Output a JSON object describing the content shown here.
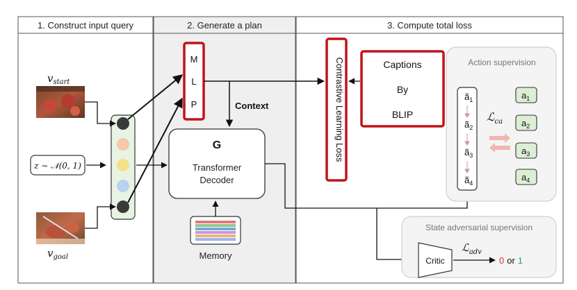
{
  "panels": {
    "construct": {
      "title": "1. Construct input query"
    },
    "plan": {
      "title": "2. Generate a plan"
    },
    "loss": {
      "title": "3. Compute total loss"
    }
  },
  "inputs": {
    "v_start": "v",
    "v_start_sub": "start",
    "v_goal": "v",
    "v_goal_sub": "goal",
    "z_label": "z ∼ 𝒩(0, 1)"
  },
  "mlp": {
    "letters": [
      "M",
      "L",
      "P"
    ]
  },
  "context_label": "Context",
  "generator": {
    "title": "G",
    "line1": "Transformer",
    "line2": "Decoder"
  },
  "memory": {
    "label": "Memory"
  },
  "contrastive": {
    "label": "Contrastive Learning Loss"
  },
  "captions": {
    "line1": "Captions",
    "line2": "By",
    "line3": "BLIP"
  },
  "action_supervision": {
    "title": "Action supervision",
    "predicted": [
      "ã",
      "ã",
      "ã",
      "ã"
    ],
    "predicted_subs": [
      "1",
      "2",
      "3",
      "4"
    ],
    "ground_truth": [
      "a",
      "a",
      "a",
      "a"
    ],
    "ground_truth_subs": [
      "1",
      "2",
      "3",
      "4"
    ],
    "loss_label": "ℒ",
    "loss_sub": "ca"
  },
  "state_adversarial": {
    "title": "State adversarial supervision",
    "critic_label": "Critic",
    "loss_label": "ℒ",
    "loss_sub": "adv",
    "zero": "0",
    "or": "or",
    "one": "1"
  },
  "colors": {
    "red_border": "#c0141a",
    "panel_gray": "#efefef",
    "node_dark": "#3a3a3a",
    "node_peach": "#f6c9a8",
    "node_yellow": "#f7e08a",
    "node_blue": "#b9d3ee",
    "node_bg": "#e9f3e4",
    "chip_green": "#dcefd5",
    "zero_red": "#e0302a",
    "one_green": "#3aa24a"
  }
}
